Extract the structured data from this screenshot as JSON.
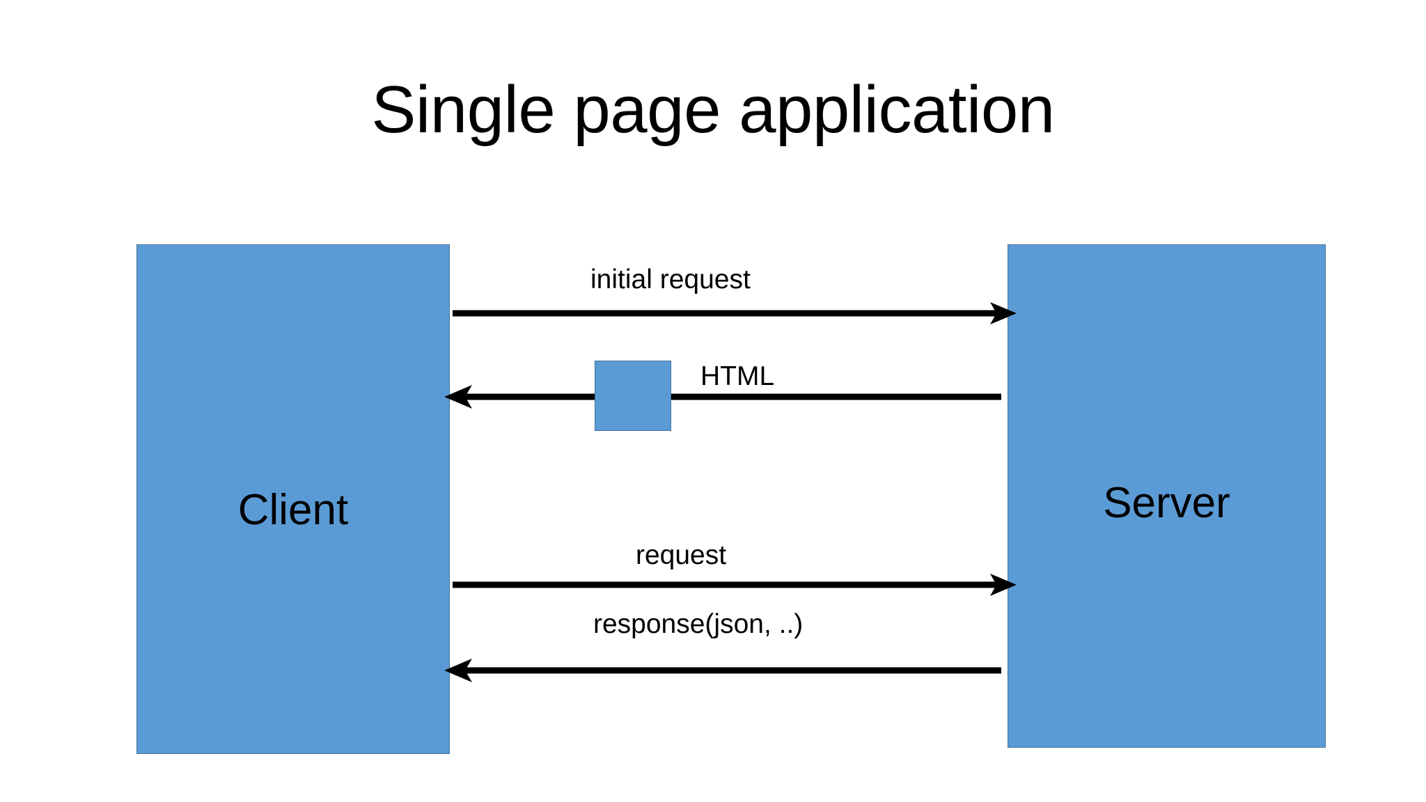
{
  "slide": {
    "title": "Single page application",
    "background_color": "#FFFFFF"
  },
  "theme": {
    "node_fill": "#5B9BD5",
    "node_border": "#41719C",
    "arrow_color": "#000000",
    "text_color": "#000000"
  },
  "nodes": [
    {
      "id": "client",
      "label": "Client"
    },
    {
      "id": "server",
      "label": "Server"
    }
  ],
  "payload_shape": {
    "id": "html-payload",
    "label": "",
    "description": "blue square on the HTML response arrow"
  },
  "flows": [
    {
      "id": "initial-request",
      "label": "initial request",
      "from": "Client",
      "to": "Server",
      "direction": "right",
      "has_arrowhead": true
    },
    {
      "id": "html",
      "label": "HTML",
      "from": "Server",
      "to": "Client",
      "direction": "left",
      "has_arrowhead": true
    },
    {
      "id": "request",
      "label": "request",
      "from": "Client",
      "to": "Server",
      "direction": "right",
      "has_arrowhead": true
    },
    {
      "id": "response",
      "label": "response(json, ..)",
      "from": "Server",
      "to": "Client",
      "direction": "left",
      "has_arrowhead": true
    }
  ]
}
